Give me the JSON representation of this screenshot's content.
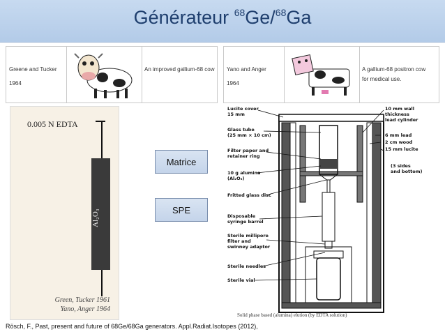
{
  "header": {
    "title_prefix": "Générateur ",
    "sup1": "68",
    "mid": "Ge/",
    "sup2": "68",
    "suffix": "Ga"
  },
  "ref_left": {
    "authors": "Greene and Tucker",
    "year": "1964",
    "title": "An improved gallium-68 cow"
  },
  "ref_right": {
    "authors": "Yano and Anger",
    "year": "1964",
    "title_line1": "A gallium-68 positron cow",
    "title_line2": "for medical use."
  },
  "left_figure": {
    "edta": "0.005 N EDTA",
    "column_label": "Al₂O₃",
    "cite1": "Green, Tucker 1961",
    "cite2": "Yano, Anger 1964"
  },
  "buttons": {
    "matrice": "Matrice",
    "spe": "SPE"
  },
  "diagram": {
    "labels_left": [
      {
        "l1": "Lucite cover",
        "l2": "15 mm"
      },
      {
        "l1": "Glass tube",
        "l2": "(25 mm × 10 cm)"
      },
      {
        "l1": "Filter paper and",
        "l2": "retainer ring"
      },
      {
        "l1": "10 g alumina",
        "l2": "(Al₂O₃)"
      },
      {
        "l1": "Fritted glass disc",
        "l2": ""
      },
      {
        "l1": "Disposable",
        "l2": "syringe barrel"
      },
      {
        "l1": "Sterile millipore",
        "l2": "filter and",
        "l3": "swinney adaptor"
      },
      {
        "l1": "Sterile needles",
        "l2": ""
      },
      {
        "l1": "Sterile vial",
        "l2": ""
      }
    ],
    "labels_right": [
      {
        "l1": "10 mm wall thickness",
        "l2": "lead cylinder"
      },
      {
        "l1": "6 mm lead",
        "l2": ""
      },
      {
        "l1": "2 cm wood",
        "l2": ""
      },
      {
        "l1": "15 mm lucite",
        "l2": ""
      },
      {
        "l1": "(3 sides",
        "l2": "and bottom)"
      }
    ],
    "caption": "Solid phase based (alumina) elution (by EDTA solution)"
  },
  "footer": "Rösch, F., Past, present and future of 68Ge/68Ga generators. Appl.Radiat.Isotopes (2012),",
  "colors": {
    "title": "#1f3f6e",
    "header_bg": "#b3cbe8",
    "button_bg": "#c4d4ea"
  }
}
